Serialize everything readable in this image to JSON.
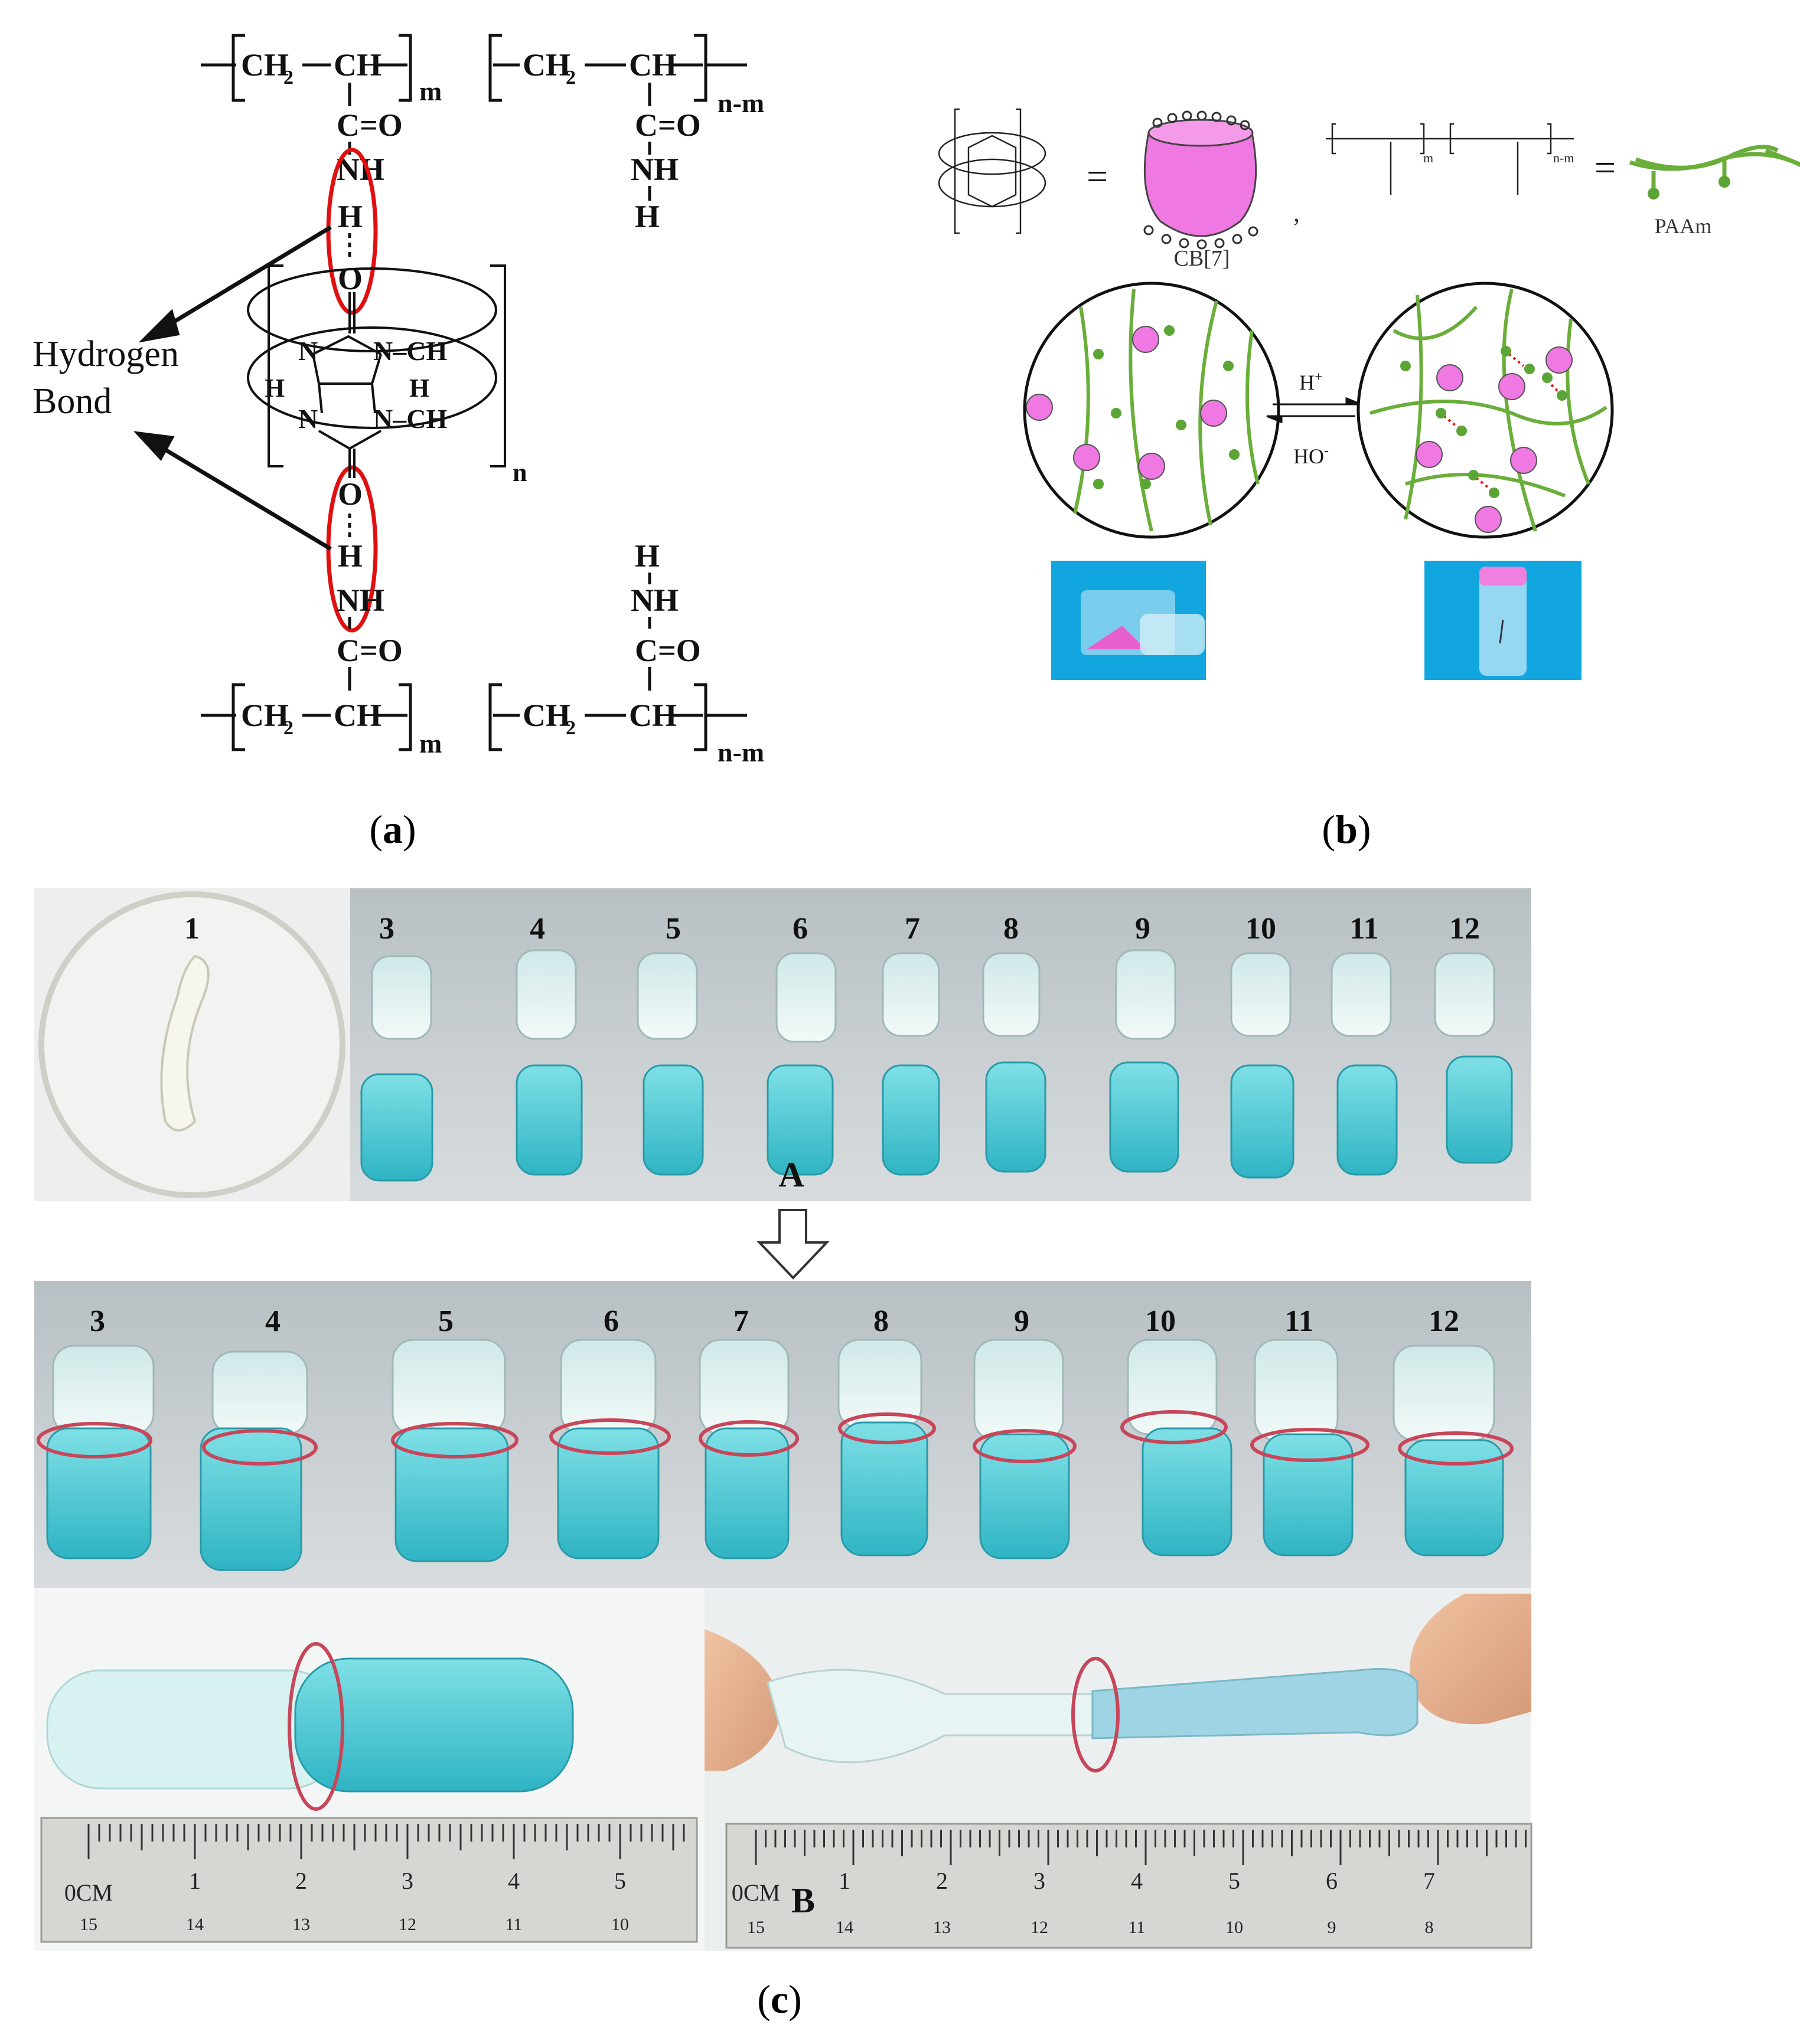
{
  "panel_a": {
    "chem": {
      "ch2": "CH",
      "ch": "CH",
      "sub2": "2",
      "co": "C=O",
      "nh": "NH",
      "h": "H",
      "o": "O",
      "n": "N",
      "n_ch2": "N–CH",
      "m": "m",
      "n_m": "n-m",
      "n_sub": "n"
    },
    "hydrogen_bond_line1": "Hydrogen",
    "hydrogen_bond_line2": "Bond",
    "caption": {
      "open": "(",
      "letter": "a",
      "close": ")"
    }
  },
  "panel_b": {
    "cb7_label": "CB[7]",
    "paam_label": "PAAm",
    "equals": "=",
    "comma": ",",
    "acid_label": "H",
    "acid_sup": "+",
    "base_label": "HO",
    "base_sup": "-",
    "small_m": "m",
    "small_nm": "n-m",
    "caption": {
      "open": "(",
      "letter": "b",
      "close": ")"
    }
  },
  "panel_c": {
    "top_labels": [
      "1",
      "3",
      "4",
      "5",
      "6",
      "7",
      "8",
      "9",
      "10",
      "11",
      "12"
    ],
    "mid_labels": [
      "3",
      "4",
      "5",
      "6",
      "7",
      "8",
      "9",
      "10",
      "11",
      "12"
    ],
    "label_A": "A",
    "label_B": "B",
    "ruler_left_top": [
      "0CM",
      "1",
      "2",
      "3",
      "4",
      "5"
    ],
    "ruler_left_bottom": [
      "15",
      "14",
      "13",
      "12",
      "11",
      "10"
    ],
    "ruler_right_top": [
      "0CM",
      "1",
      "2",
      "3",
      "4",
      "5",
      "6",
      "7"
    ],
    "ruler_right_bottom": [
      "15",
      "14",
      "13",
      "12",
      "11",
      "10",
      "9",
      "8"
    ],
    "caption": {
      "open": "(",
      "letter": "c",
      "close": ")"
    }
  },
  "colors": {
    "hydrogel_blue": "#3fc4cf",
    "pink": "#f07ae0",
    "green": "#6aae3a",
    "highlight_red": "#e01010",
    "vial_bg": "#12a6e0"
  }
}
